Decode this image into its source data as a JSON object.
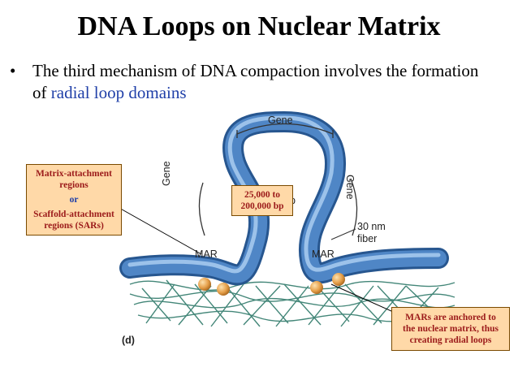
{
  "title": "DNA Loops on Nuclear Matrix",
  "bullet": {
    "marker": "•",
    "text_before": "The third mechanism of DNA compaction involves the formation of ",
    "highlight": "radial loop domains"
  },
  "diagram": {
    "gene_top": "Gene",
    "gene_left": "Gene",
    "gene_right": "Gene",
    "mar_left": "MAR",
    "mar_right": "MAR",
    "fiber_line1": "30 nm",
    "fiber_line2": "fiber",
    "panel": "(d)",
    "hidden_letter": "p"
  },
  "callouts": {
    "mar_box": {
      "line1": "Matrix-attachment",
      "line2": "regions",
      "or": "or",
      "line3": "Scaffold-attachment",
      "line4": "regions (SARs)"
    },
    "size_box": {
      "line1": "25,000 to",
      "line2": "200,000 bp"
    },
    "anchor_box": {
      "line1": "MARs are anchored to",
      "line2": "the nuclear matrix, thus",
      "line3": "creating radial loops"
    }
  },
  "colors": {
    "fiber_fill": "#4f86c6",
    "fiber_highlight": "#a9cdf0",
    "fiber_dark": "#27568f",
    "matrix": "#2f7a6a",
    "protein": "#e6a04a",
    "callout_bg": "#ffd9a8",
    "callout_text": "#9b1a1a",
    "highlight_text": "#1f3fa8"
  }
}
